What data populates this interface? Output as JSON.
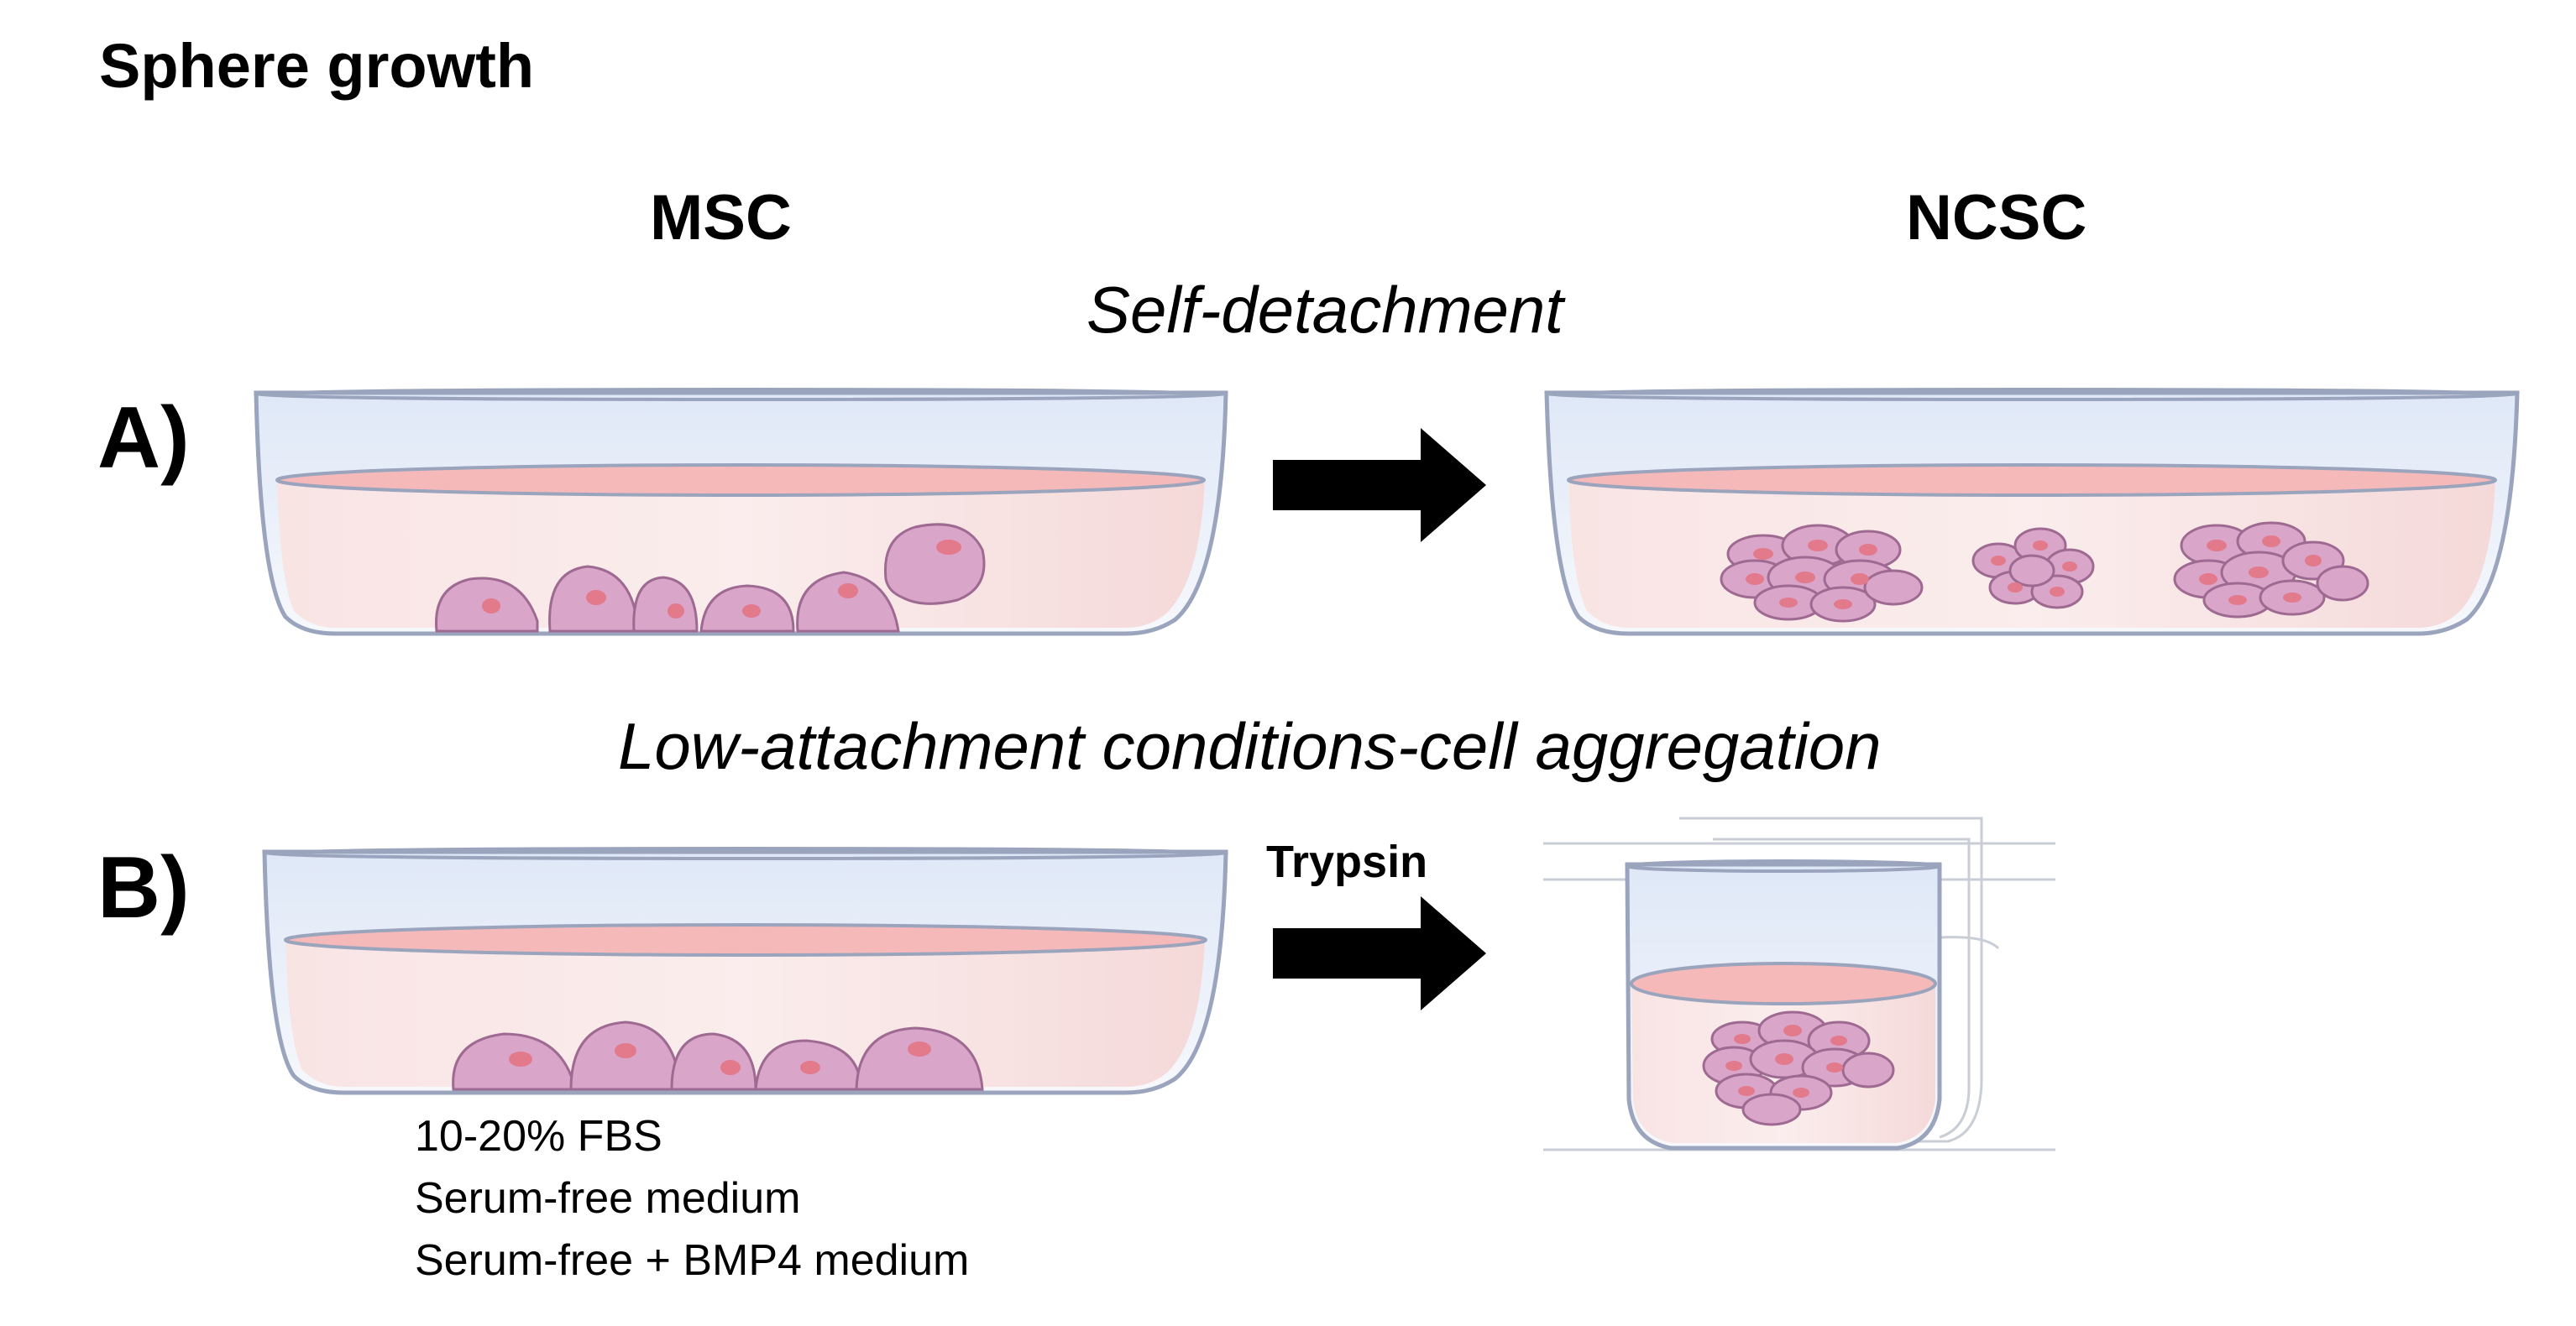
{
  "title": "Sphere growth",
  "columns": {
    "left": "MSC",
    "right": "NCSC"
  },
  "rows": {
    "a": {
      "label": "A)",
      "caption": "Self-detachment"
    },
    "b": {
      "label": "B)",
      "caption": "Low-attachment conditions-cell aggregation",
      "arrow_label": "Trypsin"
    }
  },
  "conditions": [
    "10-20% FBS",
    "Serum-free medium",
    "Serum-free + BMP4 medium"
  ],
  "colors": {
    "dish_outline": "#9aa4bd",
    "dish_glass": "#e8eef8",
    "medium": "#f7dede",
    "medium_surface": "#f5b9b9",
    "cell_fill": "#d9a5c9",
    "cell_stroke": "#9e6a92",
    "nucleus": "#e27a8c",
    "arrow": "#000000"
  }
}
